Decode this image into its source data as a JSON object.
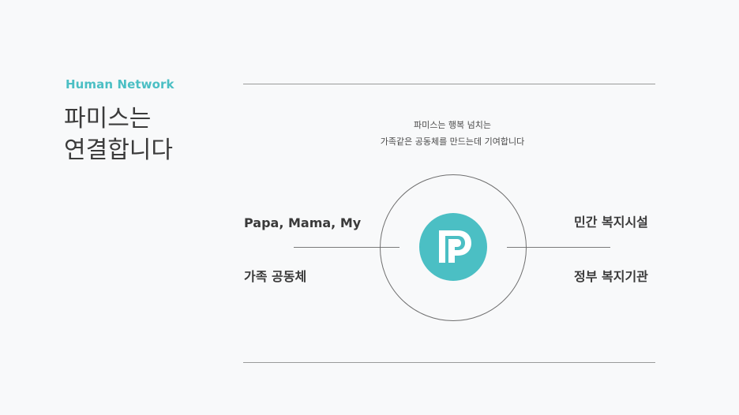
{
  "intro": {
    "eyebrow": "Human Network",
    "title_line1": "파미스는",
    "title_line2": "연결합니다"
  },
  "tagline": {
    "line1": "파미스는 행복 넘치는",
    "line2": "가족같은 공동체를 만드는데 기여합니다"
  },
  "left": {
    "top_label": "Papa, Mama, My",
    "bottom_label": "가족 공동체"
  },
  "right": {
    "top_label": "민간 복지시설",
    "bottom_label": "정부 복지기관"
  },
  "colors": {
    "accent": "#4bbfc4",
    "text": "#3a3a3a",
    "background": "#f8f9fa"
  },
  "icons": {
    "logo": "pamis-p-logo-icon"
  }
}
